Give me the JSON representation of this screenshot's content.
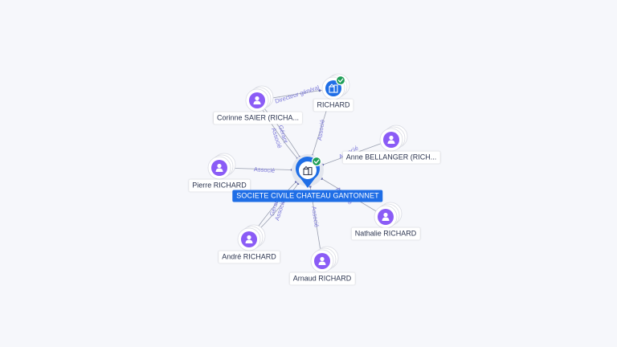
{
  "colors": {
    "person": "#8b5cf6",
    "company": "#1f6ee6",
    "check": "#1e9e57",
    "edge": "#9aa0b0",
    "edge_label": "#7b78d9"
  },
  "center": {
    "name": "SOCIETE CIVILE CHATEAU GANTONNET",
    "icon": "building-icon",
    "verified": true
  },
  "nodes": [
    {
      "id": "corinne",
      "name": "Corinne SAIER (RICHA...",
      "type": "person",
      "icon": "person-icon"
    },
    {
      "id": "richard",
      "name": "RICHARD",
      "type": "company",
      "icon": "building-icon",
      "verified": true
    },
    {
      "id": "anne",
      "name": "Anne BELLANGER (RICH...",
      "type": "person",
      "icon": "person-icon"
    },
    {
      "id": "pierre",
      "name": "Pierre RICHARD",
      "type": "person",
      "icon": "person-icon"
    },
    {
      "id": "nathalie",
      "name": "Nathalie RICHARD",
      "type": "person",
      "icon": "person-icon"
    },
    {
      "id": "andre",
      "name": "André RICHARD",
      "type": "person",
      "icon": "person-icon"
    },
    {
      "id": "arnaud",
      "name": "Arnaud RICHARD",
      "type": "person",
      "icon": "person-icon"
    }
  ],
  "edges": [
    {
      "from": "corinne",
      "to": "richard",
      "label": "Directeur général"
    },
    {
      "from": "corinne",
      "to": "center",
      "label": "Gérant"
    },
    {
      "from": "corinne",
      "to": "center",
      "label": "Associé"
    },
    {
      "from": "richard",
      "to": "center",
      "label": "Associé"
    },
    {
      "from": "anne",
      "to": "center",
      "label": "Associé"
    },
    {
      "from": "pierre",
      "to": "center",
      "label": "Associé"
    },
    {
      "from": "nathalie",
      "to": "center",
      "label": "Associé"
    },
    {
      "from": "andre",
      "to": "center",
      "label": "Gérant"
    },
    {
      "from": "andre",
      "to": "center",
      "label": "Associé"
    },
    {
      "from": "arnaud",
      "to": "center",
      "label": "Associé"
    }
  ]
}
